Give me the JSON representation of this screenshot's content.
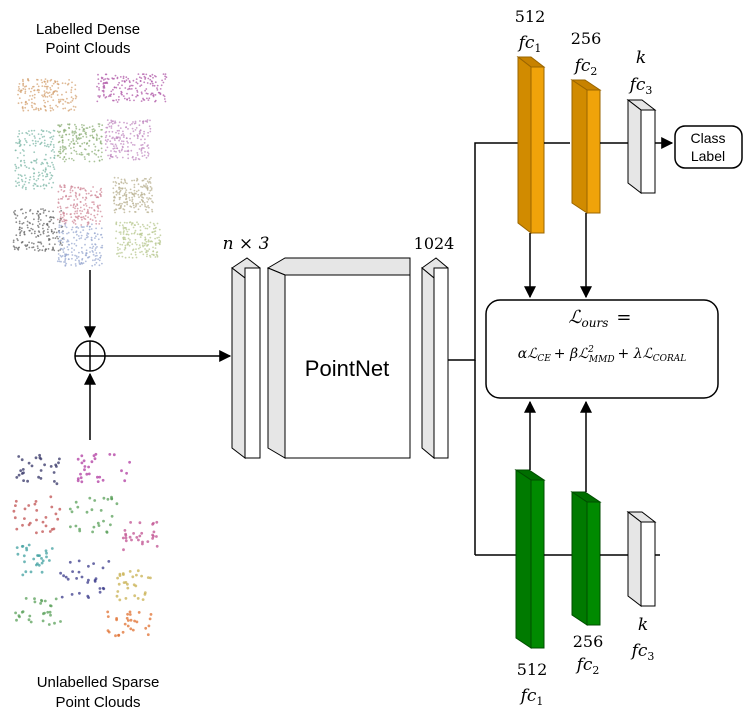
{
  "labels": {
    "dense_line1": "Labelled Dense",
    "dense_line2": "Point Clouds",
    "sparse_line1": "Unlabelled Sparse",
    "sparse_line2": "Point Clouds",
    "input_dim": "n × 3",
    "pointnet": "PointNet",
    "feature_dim": "1024",
    "top_fc1_dim": "512",
    "top_fc2_dim": "256",
    "top_fc3_dim": "k",
    "fc1_base": "fc",
    "fc1_sub": "1",
    "fc2_base": "fc",
    "fc2_sub": "2",
    "fc3_base": "fc",
    "fc3_sub": "3",
    "bottom_fc1_dim": "512",
    "bottom_fc2_dim": "256",
    "bottom_fc3_dim": "k",
    "class_label_line1": "Class",
    "class_label_line2": "Label",
    "loss_lhs": "ℒ",
    "loss_lhs_sub": "ours",
    "loss_eq": "=",
    "loss_alpha": "α",
    "loss_ce_sub": "CE",
    "loss_beta": "+ β",
    "loss_mmd_sup": "2",
    "loss_mmd_sub": "MMD",
    "loss_lambda": "+ λ",
    "loss_coral_sub": "CORAL",
    "loss_L": "ℒ",
    "combine_symbol": "⊕"
  },
  "colors": {
    "orange": "#f0a30a",
    "orange_dark": "#c78200",
    "green": "#008a00",
    "green_dark": "#005700",
    "gray": "#e6e6e6",
    "stroke": "#000000"
  },
  "point_clouds": {
    "dense_colors": [
      "#d4a373",
      "#b05aa8",
      "#7fb8a8",
      "#8fb07a",
      "#c088c0",
      "#666666",
      "#d08898",
      "#b8b090",
      "#98a8d0",
      "#b8c890"
    ],
    "sparse_colors": [
      "#333366",
      "#b03aa0",
      "#c05050",
      "#5aa05a",
      "#c05090",
      "#40a0a0",
      "#3a3a8a",
      "#c8b050",
      "#5aa05a",
      "#e07030"
    ]
  }
}
